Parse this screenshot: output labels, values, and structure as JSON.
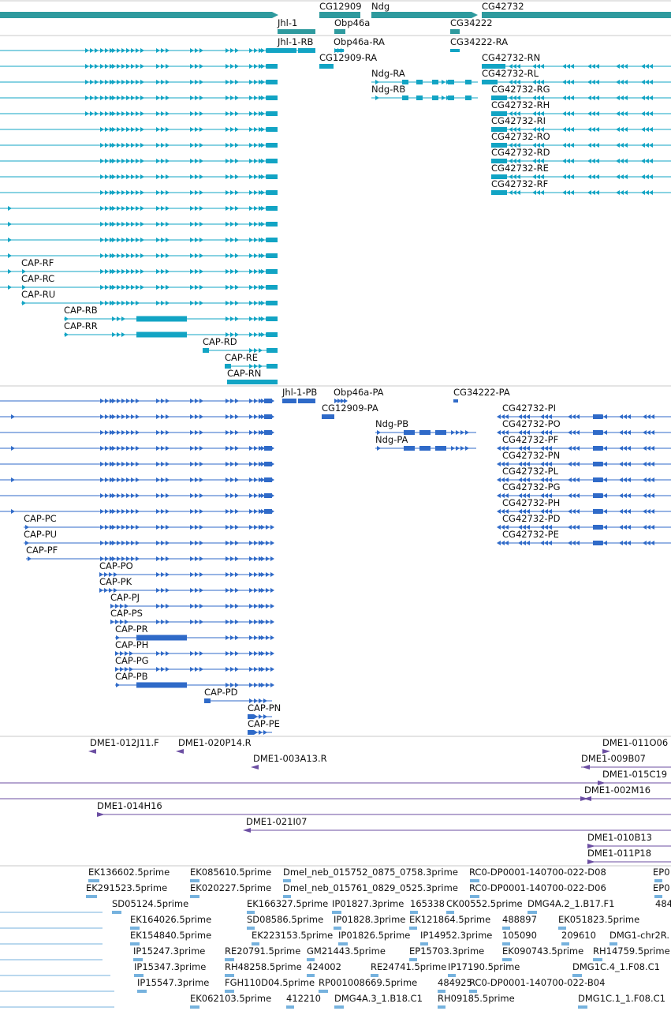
{
  "colors": {
    "gene": "#2e9a9e",
    "transcript": "#12a4c4",
    "protein": "#2f6ac8",
    "clone": "#6b4ea2",
    "est": "#76b2de",
    "divider": "#c9c9c9",
    "label": "#111111"
  },
  "gene_track": {
    "genes": [
      {
        "name": "Jhl-1"
      },
      {
        "name": "CG12909"
      },
      {
        "name": "Ndg"
      },
      {
        "name": "CG42732"
      },
      {
        "name": "Obp46a"
      },
      {
        "name": "CG34222"
      }
    ]
  },
  "transcript_track": {
    "labels": [
      "Jhl-1-RB",
      "Obp46a-RA",
      "CG34222-RA",
      "CG12909-RA",
      "CG42732-RN",
      "Ndg-RA",
      "CG42732-RL",
      "Ndg-RB",
      "CG42732-RG",
      "CG42732-RH",
      "CG42732-RI",
      "CG42732-RO",
      "CG42732-RD",
      "CG42732-RE",
      "CG42732-RF",
      "CAP-RF",
      "CAP-RC",
      "CAP-RU",
      "CAP-RB",
      "CAP-RR",
      "CAP-RD",
      "CAP-RE",
      "CAP-RN"
    ]
  },
  "protein_track": {
    "labels": [
      "Jhl-1-PB",
      "Obp46a-PA",
      "CG34222-PA",
      "CG12909-PA",
      "CG42732-PI",
      "Ndg-PB",
      "CG42732-PO",
      "Ndg-PA",
      "CG42732-PF",
      "CG42732-PN",
      "CG42732-PL",
      "CG42732-PG",
      "CG42732-PH",
      "CG42732-PD",
      "CG42732-PE",
      "CAP-PC",
      "CAP-PU",
      "CAP-PF",
      "CAP-PO",
      "CAP-PK",
      "CAP-PJ",
      "CAP-PS",
      "CAP-PR",
      "CAP-PH",
      "CAP-PG",
      "CAP-PB",
      "CAP-PD",
      "CAP-PN",
      "CAP-PE"
    ]
  },
  "clone_track": {
    "labels": [
      "DME1-012J11.F",
      "DME1-020P14.R",
      "DME1-011O06",
      "DME1-003A13.R",
      "DME1-009B07",
      "DME1-015C19",
      "DME1-002M16",
      "DME1-014H16",
      "DME1-021I07",
      "DME1-010B13",
      "DME1-011P18"
    ]
  },
  "est_track": {
    "labels": [
      "EK136602.5prime",
      "EK085610.5prime",
      "Dmel_neb_015752_0875_0758.3prime",
      "RC0-DP0001-140700-022-D08",
      "EP0",
      "EK291523.5prime",
      "EK020227.5prime",
      "Dmel_neb_015761_0829_0525.3prime",
      "RC0-DP0001-140700-022-D06",
      "EP0",
      "SD05124.5prime",
      "EK166327.5prime",
      "IP01827.3prime",
      "165338",
      "CK00552.5prime",
      "DMG4A.2_1.B17.F1",
      "484",
      "EK164026.5prime",
      "SD08586.5prime",
      "IP01828.3prime",
      "EK121864.5prime",
      "488897",
      "EK051823.5prime",
      "EK154840.5prime",
      "EK223153.5prime",
      "IP01826.5prime",
      "IP14952.3prime",
      "105090",
      "209610",
      "DMG1-chr2R.",
      "IP15247.3prime",
      "RE20791.5prime",
      "GM21443.5prime",
      "EP15703.3prime",
      "EK090743.5prime",
      "RH14759.5prime",
      "IP15347.3prime",
      "RH48258.5prime",
      "424002",
      "RE24741.5prime",
      "IP17190.5prime",
      "DMG1C.4_1.F08.C1",
      "IP15547.3prime",
      "FGH110D04.5prime",
      "RP001008669.5prime",
      "484925",
      "RC0-DP0001-140700-022-B04",
      "EK062103.5prime",
      "412210",
      "DMG4A.3_1.B18.C1",
      "RH09185.5prime",
      "DMG1C.1_1.F08.C1"
    ]
  }
}
